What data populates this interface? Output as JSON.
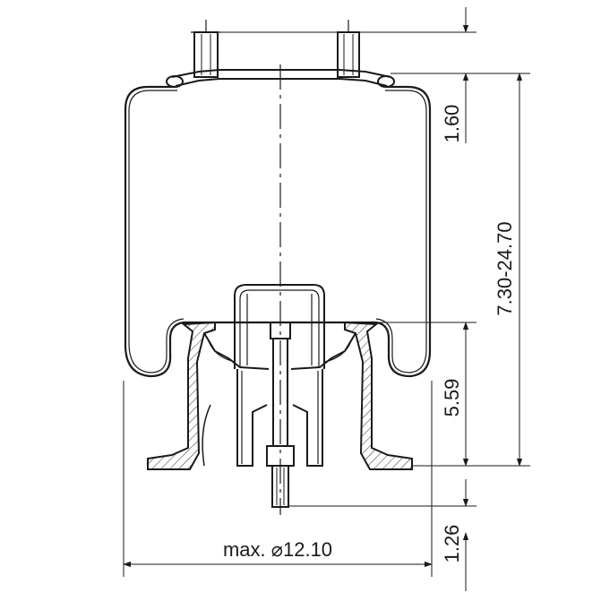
{
  "drawing": {
    "dimensions": {
      "top_height": "1.60",
      "stroke_range": "7.30-24.70",
      "piston_height": "5.59",
      "bolt_length": "1.26",
      "max_diameter": "max. ⌀12.10"
    }
  }
}
